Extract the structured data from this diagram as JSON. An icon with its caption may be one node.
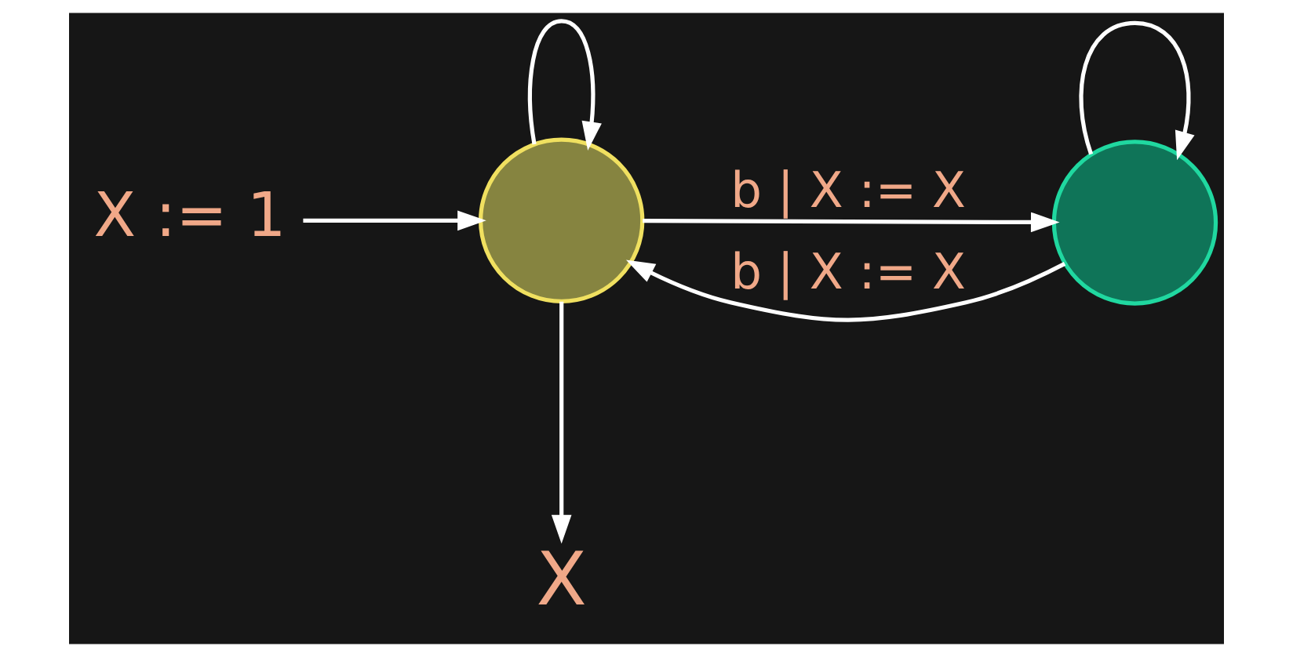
{
  "diagram": {
    "nodes": [
      {
        "text": [
          "X := 1"
        ]
      },
      {
        "text": [],
        "shape": "circle"
      },
      {
        "text": [],
        "shape": "circle"
      },
      {
        "text": [
          "X"
        ]
      }
    ],
    "edges": [
      {
        "from": 0,
        "to": 1,
        "arrow": "to"
      },
      {
        "from": 1,
        "to": 1,
        "arrow": "to"
      },
      {
        "from": 1,
        "to": 2,
        "arrow": "to",
        "label": "b | X := X"
      },
      {
        "from": 2,
        "to": 2,
        "arrow": "to"
      },
      {
        "from": 2,
        "to": 1,
        "arrow": "to",
        "label": "b | X := X"
      },
      {
        "from": 1,
        "to": 3,
        "arrow": "to"
      }
    ]
  }
}
